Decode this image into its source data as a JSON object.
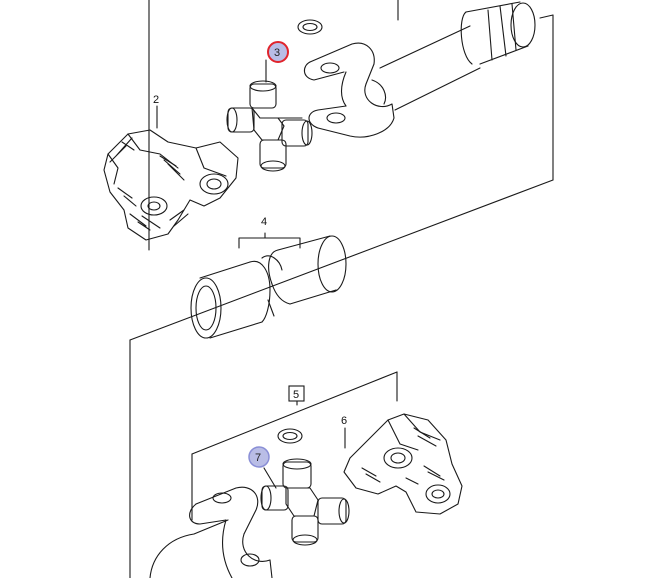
{
  "diagram": {
    "callouts": {
      "c2": "2",
      "c3": "3",
      "c4": "4",
      "c5": "5",
      "c6": "6",
      "c7": "7"
    }
  },
  "colors": {
    "line": "#1a1a1a",
    "hotspot_fill": "#b9bde6",
    "hotspot_ring": "#e0242c"
  }
}
